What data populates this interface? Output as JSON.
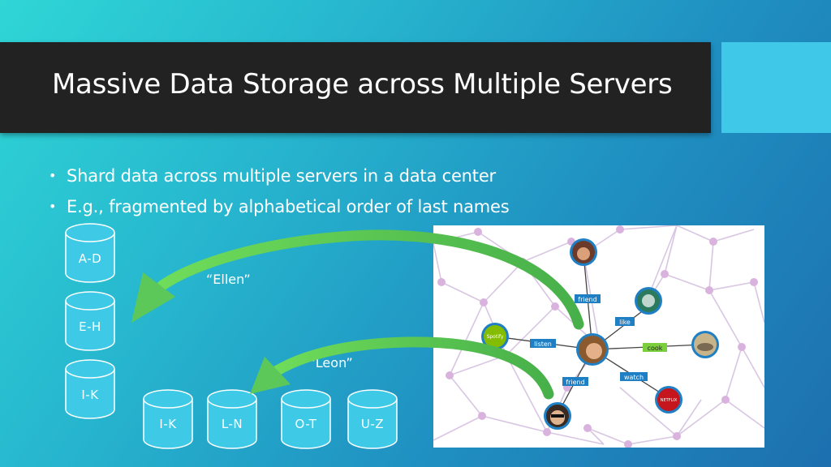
{
  "slide": {
    "title": "Massive Data Storage across Multiple Servers",
    "bullets": [
      "Shard data across multiple servers in a data center",
      "E.g., fragmented by alphabetical order of last names"
    ]
  },
  "shards": {
    "ad": "A-D",
    "eh": "E-H",
    "ik": "I-K",
    "ik2": "I-K",
    "ln": "L-N",
    "ot": "O-T",
    "uz": "U-Z"
  },
  "quotes": {
    "ellen": "“Ellen”",
    "leon": "“Leon”"
  },
  "graph": {
    "edges": {
      "friend_top": "friend",
      "like": "like",
      "listen": "listen",
      "cook": "cook",
      "watch": "watch",
      "friend_bottom": "friend"
    },
    "brands": {
      "spotify": "Spotify",
      "netflix": "NETFLIX"
    }
  },
  "colors": {
    "title_bar": "#222222",
    "accent": "#3fc8e8",
    "cylinder": "#3ec9e6",
    "arrow": "#5cc85a",
    "edge_label": "#1f7fc4",
    "cook_label": "#7ccf3c",
    "graph_lines": "#d8c6e2"
  }
}
